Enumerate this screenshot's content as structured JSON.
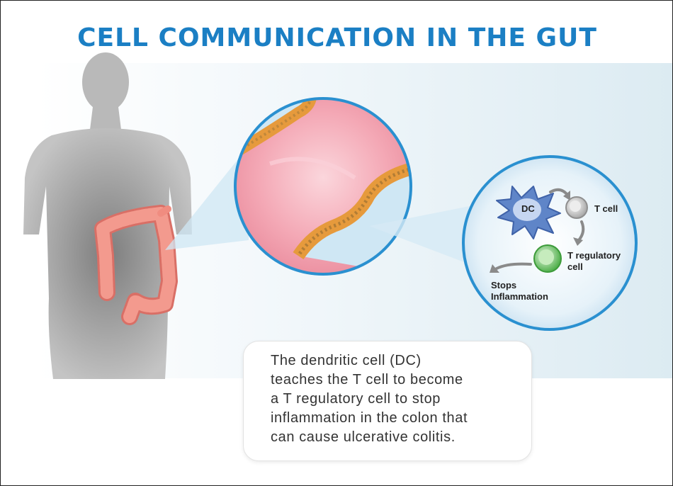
{
  "title": "CELL COMMUNICATION IN THE GUT",
  "colors": {
    "title": "#1b7fc4",
    "silhouette": "#b4b4b4",
    "colon": "#f08c80",
    "circle_border": "#2a90d0",
    "dc_cell": "#5f85c8",
    "t_cell": "#c9c9c9",
    "t_regulatory_cell": "#6cc468"
  },
  "labels": {
    "dc": "DC",
    "t_cell": "T cell",
    "t_regulatory_line1": "T regulatory",
    "t_regulatory_line2": "cell",
    "stops_line1": "Stops",
    "stops_line2": "Inflammation"
  },
  "caption": {
    "lines": [
      "The dendritic cell (DC)",
      "teaches the T cell to become",
      "a T regulatory cell to stop",
      "inflammation in the colon that",
      "can cause ulcerative colitis."
    ]
  }
}
